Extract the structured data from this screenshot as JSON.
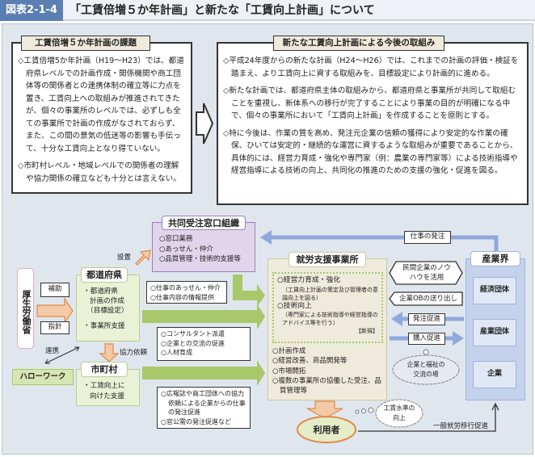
{
  "header": {
    "figure_label": "図表2-1-4",
    "title": "「工賃倍増５か年計画」と新たな「工賃向上計画」について"
  },
  "left_panel": {
    "heading": "工賃倍増５か年計画の課題",
    "items": [
      "◇工賃倍増5か年計画（H19～H23）では、都道府県レベルでの計画作成・関係機関や商工団体等の関係者との連携体制の確立等に力点を置き、工賃向上への取組みが推進されてきたが、個々の事業所のレベルでは、必ずしも全ての事業所で計画の作成がなされておらず、また、この間の景気の低迷等の影響も手伝って、十分な工賃向上となり得ていない。",
      "◇市町村レベル・地域レベルでの関係者の理解や協力関係の確立なども十分とは言えない。"
    ]
  },
  "right_panel": {
    "heading": "新たな工賃向上計画による今後の取組み",
    "items": [
      "◇平成24年度からの新たな計画（H24～H26）では、これまでの計画の評価・検証を踏まえ、より工賃向上に資する取組みを、目標設定により計画的に進める。",
      "◇新たな計画では、都道府県主体の取組みから、都道府県と事業所が共同して取組むことを重視し、新体系への移行が完了することにより事業の目的が明確になる中で、個々の事業所において「工賃向上計画」を作成することを原則とする。",
      "◇特に今後は、作業の質を高め、発注元企業の信頼の獲得により安定的な作業の確保、ひいては安定的・継続的な運営に資するような取組みが重要であることから、具体的には、経営力育成・強化や専門家（例：農業の専門家等）による技術指導や経営指導による技術の向上、共同化の推進のための支援の強化・促進を図る。"
    ]
  },
  "diagram": {
    "joint_org": {
      "title": "共同受注窓口組織",
      "items": [
        "○窓口業務",
        "○あっせん・仲介",
        "○品質管理・技術的支援等"
      ]
    },
    "setchi": "設置",
    "mhlw": "厚生労働省",
    "hojo": "補助",
    "shishin": "指針",
    "prefecture": {
      "title": "都道府県",
      "items": [
        "・都道府県",
        "計画の作成",
        "（目標設定）",
        "・事業所支援"
      ]
    },
    "kyoryoku": "協力依頼",
    "renkei": "連携",
    "hellowork": "ハローワーク",
    "municipality": {
      "title": "市町村",
      "items": [
        "・工賃向上に",
        "向けた支援"
      ]
    },
    "callout1": [
      "○仕事のあっせん・仲介",
      "○仕事内容の情報提供"
    ],
    "callout2": [
      "○コンサルタント派遣",
      "○企業との交流の促進",
      "○人材育成"
    ],
    "callout3": [
      "○広報誌や商工団体への協力依頼による企業からの仕事の発注促進",
      "○官公需の発注促進など"
    ],
    "office": {
      "title": "就労支援事業所",
      "dotted": [
        "○経営力育成・強化",
        "（工賃向上計画の策定及び管理者の意識向上を図る）",
        "○技術向上",
        "（専門家による技術指導や経営指導のアドバイス等を行う）",
        "【新規】"
      ],
      "items": [
        "○計画作成",
        "○経営改善、商品開発等",
        "○市場開拓",
        "○複数の事業所の協働した受注、品質管理等"
      ]
    },
    "order": "仕事の発注",
    "industry": {
      "title": "産業界",
      "items": [
        "経済団体",
        "産業団体",
        "企業"
      ]
    },
    "knowhow": "民間企業のノウハウを活用",
    "ob": "企業OBの送り出し",
    "hatchu": "発注促進",
    "konyu": "購入促進",
    "cloud1": "企業と福祉の交流の場",
    "user": "利用者",
    "cloud2": "工賃水準の向上",
    "ippan": "一般就労移行促進"
  }
}
